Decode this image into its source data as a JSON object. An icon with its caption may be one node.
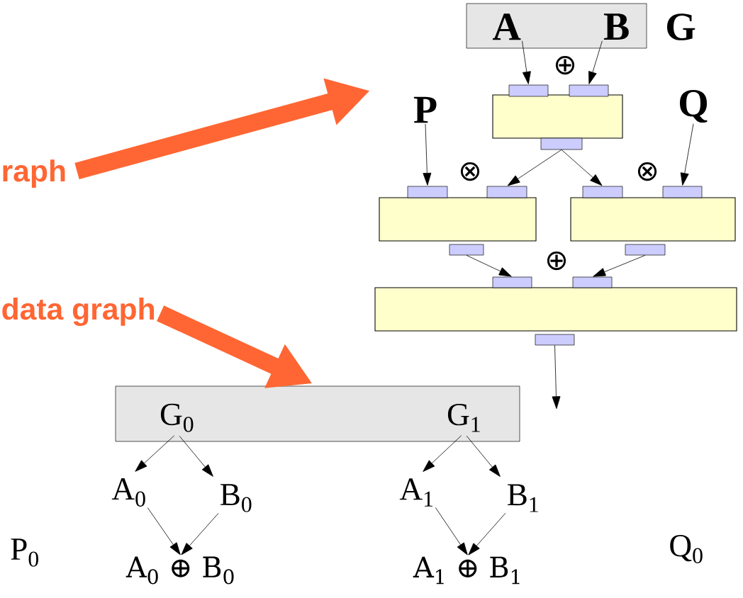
{
  "diagram": {
    "nodes": [
      {
        "text": [],
        "shape": "box",
        "beside": [
          "G"
        ]
      },
      {
        "text": [
          "A"
        ],
        "in": 0
      },
      {
        "text": [
          "B"
        ],
        "in": 0
      },
      {
        "text": [],
        "shape": "box"
      },
      {
        "text": [],
        "shape": "box"
      },
      {
        "text": [],
        "shape": "box"
      },
      {
        "text": [],
        "shape": "box"
      },
      {
        "text": [
          "P"
        ]
      },
      {
        "text": [
          "Q"
        ]
      },
      {
        "text": [],
        "shape": "box"
      },
      {
        "text": [],
        "shape": "box"
      },
      {
        "text": [],
        "shape": "box"
      },
      {
        "text": [],
        "shape": "box"
      },
      {
        "text": [],
        "shape": "box"
      },
      {
        "text": [],
        "shape": "box"
      },
      {
        "text": [],
        "shape": "box"
      },
      {
        "text": [],
        "shape": "box"
      },
      {
        "text": [],
        "shape": "box"
      },
      {
        "text": [],
        "shape": "box"
      },
      {
        "text": [],
        "shape": "box"
      },
      {
        "text": [],
        "shape": "box"
      },
      {
        "text": [],
        "shape": "box"
      },
      {
        "text": [
          "G$_{0}$"
        ],
        "in": 21
      },
      {
        "text": [
          "G$_{1}$"
        ],
        "in": 21
      },
      {
        "text": [
          "A$_{0}$"
        ]
      },
      {
        "text": [
          "B$_{0}$"
        ]
      },
      {
        "text": [
          "A$_{0}$ ⊕ B$_{0}$"
        ]
      },
      {
        "text": [
          "A$_{1}$"
        ]
      },
      {
        "text": [
          "B$_{1}$"
        ]
      },
      {
        "text": [
          "A$_{1}$ ⊕ B$_{1}$"
        ]
      },
      {
        "text": [
          "raph"
        ]
      },
      {
        "text": [
          "data graph"
        ]
      }
    ],
    "edges": [
      {
        "from": 1,
        "to": 4,
        "arrow": "to"
      },
      {
        "from": 2,
        "to": 5,
        "arrow": "to"
      },
      {
        "from": 6,
        "to": 11,
        "arrow": "to"
      },
      {
        "from": 6,
        "to": 13,
        "arrow": "to"
      },
      {
        "from": 7,
        "to": 10,
        "arrow": "to"
      },
      {
        "from": 8,
        "to": 14,
        "arrow": "to"
      },
      {
        "from": 15,
        "to": 18,
        "arrow": "to"
      },
      {
        "from": 16,
        "to": 19,
        "arrow": "to"
      },
      {
        "from": 20,
        "to": null,
        "arrow": "to"
      },
      {
        "from": 22,
        "to": 24,
        "arrow": "to"
      },
      {
        "from": 22,
        "to": 25,
        "arrow": "to"
      },
      {
        "from": 23,
        "to": 27,
        "arrow": "to"
      },
      {
        "from": 23,
        "to": 28,
        "arrow": "to"
      },
      {
        "from": 24,
        "to": 26,
        "arrow": "to"
      },
      {
        "from": 25,
        "to": 26,
        "arrow": "to"
      },
      {
        "from": 27,
        "to": 29,
        "arrow": "to"
      },
      {
        "from": 28,
        "to": 29,
        "arrow": "to"
      },
      {
        "from": 30,
        "to": null,
        "arrow": "to",
        "style": "thick",
        "color": "#ff6633"
      },
      {
        "from": 31,
        "to": 21,
        "arrow": "to",
        "style": "thick",
        "color": "#ff6633"
      }
    ],
    "labels": [
      "⊕",
      "⊗",
      "⊗",
      "⊕",
      "P$_{0}$",
      "Q$_{0}$"
    ]
  }
}
